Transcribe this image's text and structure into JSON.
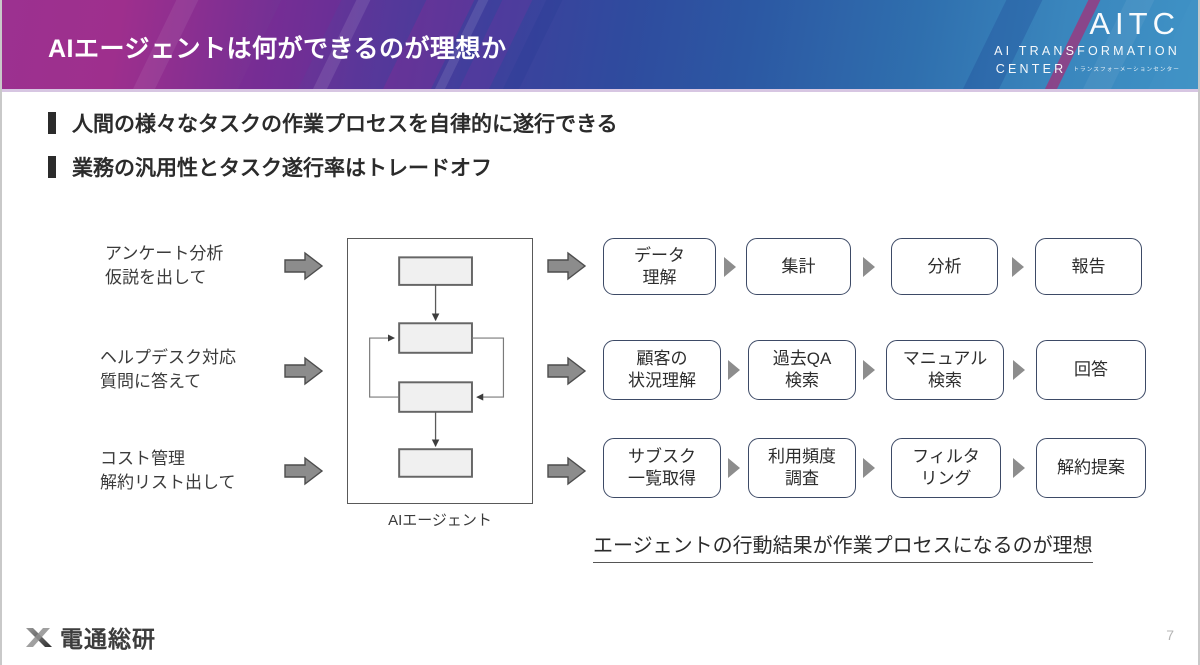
{
  "header": {
    "title": "AIエージェントは何ができるのが理想か",
    "logo": {
      "acronym": "AITC",
      "line1": "AI TRANSFORMATION",
      "line2": "CENTER",
      "kana": "トランスフォーメーションセンター"
    },
    "gradient_start": "#9c3190",
    "gradient_end": "#3f93c6"
  },
  "bullets": [
    {
      "text": "人間の様々なタスクの作業プロセスを自律的に遂行できる"
    },
    {
      "text": "業務の汎用性とタスク遂行率はトレードオフ"
    }
  ],
  "diagram": {
    "agent_caption": "AIエージェント",
    "rows": [
      {
        "task_line1": "アンケート分析",
        "task_line2": "仮説を出して",
        "steps": [
          "データ\n理解",
          "集計",
          "分析",
          "報告"
        ]
      },
      {
        "task_line1": "ヘルプデスク対応",
        "task_line2": "質問に答えて",
        "steps": [
          "顧客の\n状況理解",
          "過去QA\n検索",
          "マニュアル\n検索",
          "回答"
        ]
      },
      {
        "task_line1": "コスト管理",
        "task_line2": "解約リスト出して",
        "steps": [
          "サブスク\n一覧取得",
          "利用頻度\n調査",
          "フィルタ\nリング",
          "解約提案"
        ]
      }
    ],
    "box_border_color": "#3d4a66",
    "arrow_color": "#808080"
  },
  "conclusion": "エージェントの行動結果が作業プロセスになるのが理想",
  "footer": {
    "company": "電通総研",
    "page_number": "7"
  }
}
